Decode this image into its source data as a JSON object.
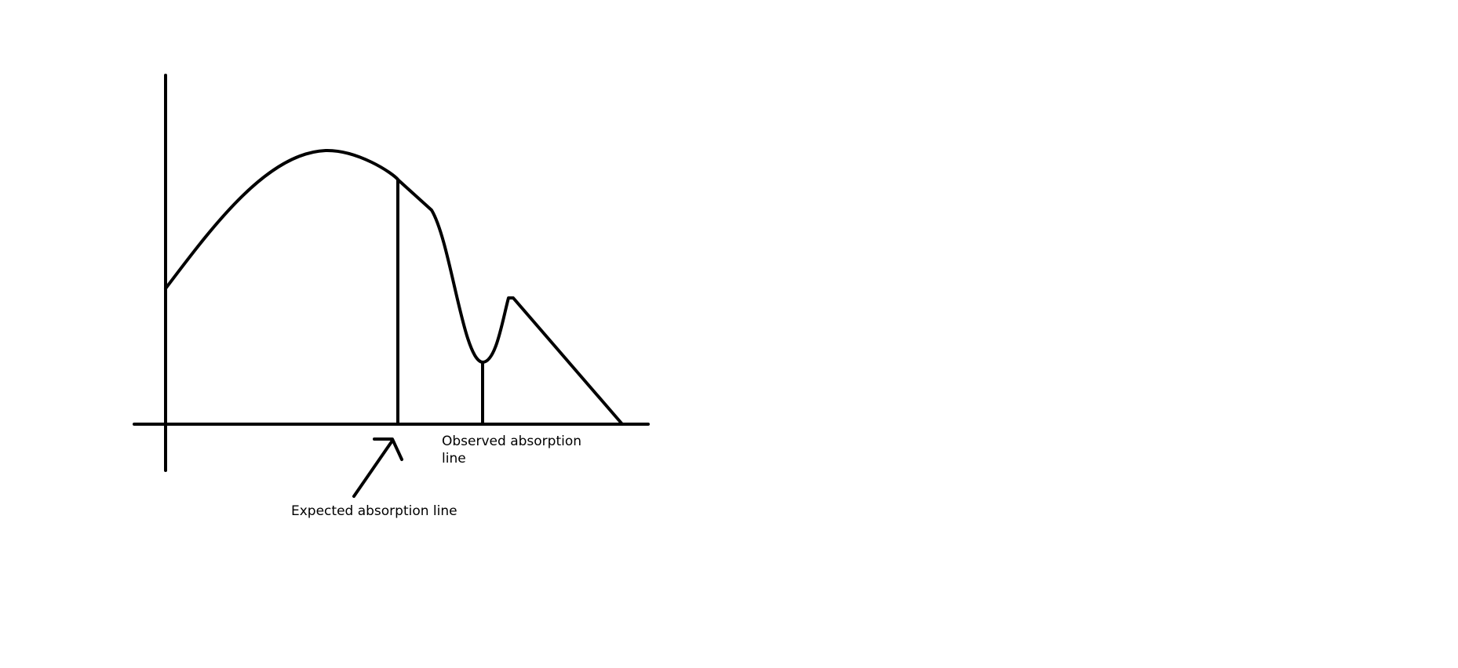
{
  "annotations": {
    "observed_label_line1": "Observed absorption",
    "observed_label_line2": "line",
    "expected_label": "Expected absorption line"
  },
  "colors": {
    "stroke": "#000000",
    "background": "#ffffff"
  }
}
